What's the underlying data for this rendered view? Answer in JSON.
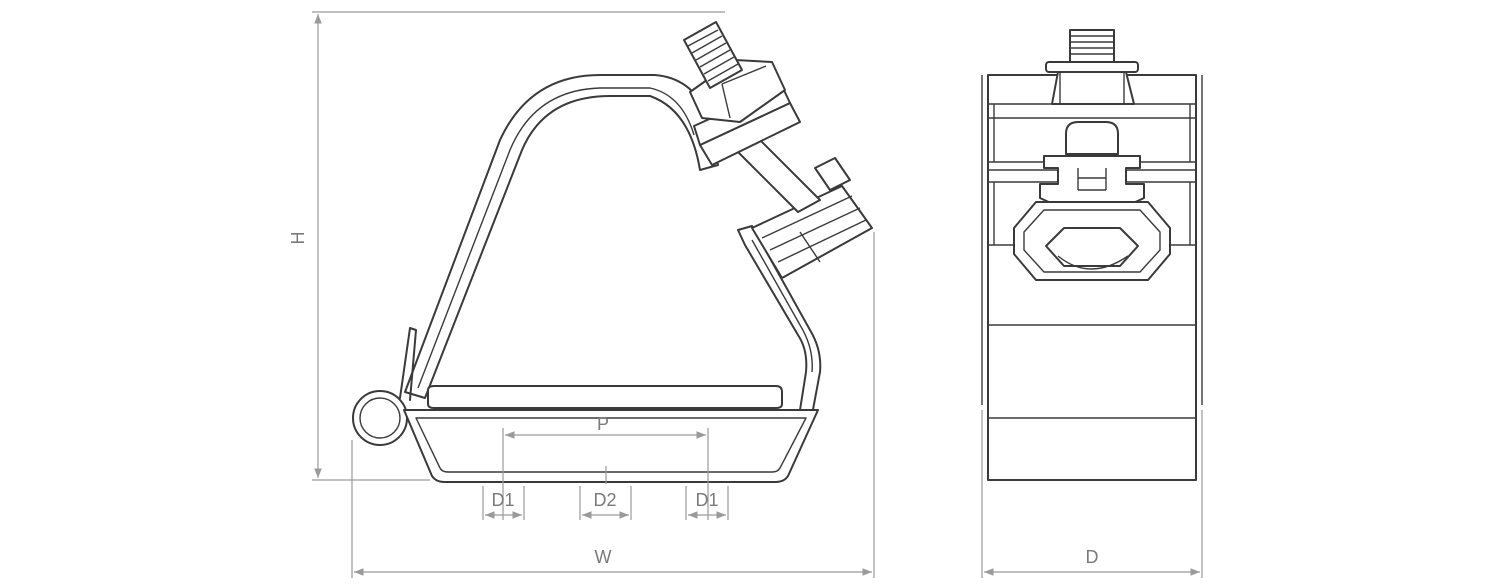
{
  "drawing": {
    "side_view": {
      "dimensions": {
        "height": "H",
        "width": "W",
        "pitch": "P",
        "d1_left": "D1",
        "d2": "D2",
        "d1_right": "D1"
      }
    },
    "front_view": {
      "dimensions": {
        "depth": "D"
      }
    },
    "colors": {
      "outline": "#3a3a3a",
      "dimension": "#9a9a9a"
    }
  }
}
